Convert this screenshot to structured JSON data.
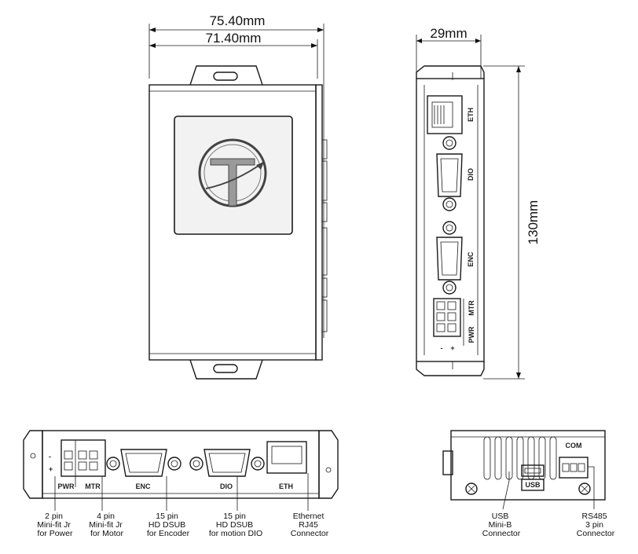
{
  "dimensions": {
    "outer_width": "75.40mm",
    "inner_width": "71.40mm",
    "depth": "29mm",
    "height": "130mm"
  },
  "side_panel_labels": {
    "eth": "ETH",
    "dio": "DIO",
    "enc": "ENC",
    "mtr": "MTR",
    "pwr": "PWR"
  },
  "polarity": {
    "minus": "-",
    "plus": "+"
  },
  "front_panel_labels": {
    "pwr": "PWR",
    "mtr": "MTR",
    "enc": "ENC",
    "dio": "DIO",
    "eth": "ETH"
  },
  "back_panel_labels": {
    "com": "COM",
    "usb": "USB"
  },
  "callouts": {
    "pwr": [
      "2 pin",
      "Mini-fit Jr",
      "for Power"
    ],
    "mtr": [
      "4 pin",
      "Mini-fit Jr",
      "for Motor"
    ],
    "enc": [
      "15 pin",
      "HD DSUB",
      "for Encoder"
    ],
    "dio": [
      "15 pin",
      "HD DSUB",
      "for motion DIO"
    ],
    "eth": [
      "Ethernet",
      "RJ45",
      "Connector"
    ],
    "usb": [
      "USB",
      "Mini-B",
      "Connector"
    ],
    "rs485": [
      "RS485",
      "3 pin",
      "Connector"
    ]
  },
  "logo_letter": "T"
}
